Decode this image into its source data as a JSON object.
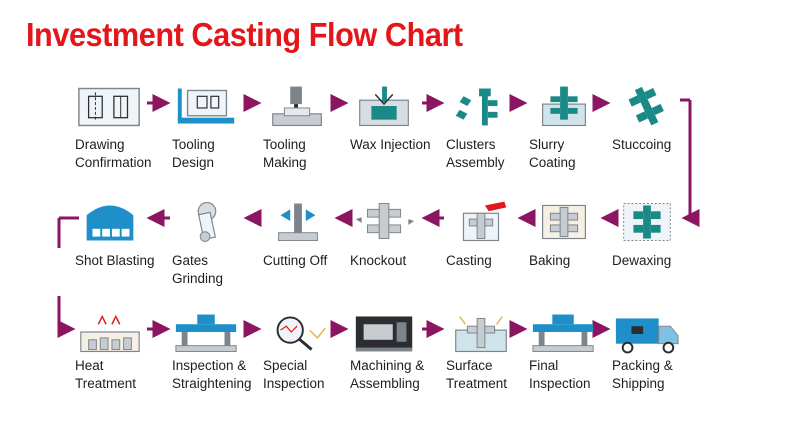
{
  "title": "Investment Casting Flow Chart",
  "colors": {
    "title": "#e3161b",
    "connector": "#8b1561",
    "icon_blue": "#1f8fc9",
    "icon_teal": "#1a8a86",
    "icon_gray": "#7d858c",
    "icon_dark": "#2b2d31"
  },
  "rows": [
    {
      "direction": "left-to-right",
      "steps": [
        {
          "icon": "drawing-icon",
          "label": [
            "Drawing",
            "Confirmation"
          ]
        },
        {
          "icon": "tooling-design-icon",
          "label": [
            "Tooling",
            "Design"
          ]
        },
        {
          "icon": "tooling-making-icon",
          "label": [
            "Tooling",
            "Making"
          ]
        },
        {
          "icon": "wax-injection-icon",
          "label": [
            "Wax Injection"
          ]
        },
        {
          "icon": "clusters-assembly-icon",
          "label": [
            "Clusters",
            "Assembly"
          ]
        },
        {
          "icon": "slurry-coating-icon",
          "label": [
            "Slurry",
            "Coating"
          ]
        },
        {
          "icon": "stuccoing-icon",
          "label": [
            "Stuccoing"
          ]
        }
      ]
    },
    {
      "direction": "right-to-left",
      "steps": [
        {
          "icon": "shot-blasting-icon",
          "label": [
            "Shot Blasting"
          ]
        },
        {
          "icon": "gates-grinding-icon",
          "label": [
            "Gates",
            "Grinding"
          ]
        },
        {
          "icon": "cutting-off-icon",
          "label": [
            "Cutting Off"
          ]
        },
        {
          "icon": "knockout-icon",
          "label": [
            "Knockout"
          ]
        },
        {
          "icon": "casting-icon",
          "label": [
            "Casting"
          ]
        },
        {
          "icon": "baking-icon",
          "label": [
            "Baking"
          ]
        },
        {
          "icon": "dewaxing-icon",
          "label": [
            "Dewaxing"
          ]
        }
      ]
    },
    {
      "direction": "left-to-right",
      "steps": [
        {
          "icon": "heat-treatment-icon",
          "label": [
            "Heat",
            "Treatment"
          ]
        },
        {
          "icon": "inspection-straightening-icon",
          "label": [
            "Inspection &",
            "Straightening"
          ]
        },
        {
          "icon": "special-inspection-icon",
          "label": [
            "Special",
            "Inspection"
          ]
        },
        {
          "icon": "machining-icon",
          "label": [
            "Machining &",
            "Assembling"
          ]
        },
        {
          "icon": "surface-treatment-icon",
          "label": [
            "Surface",
            "Treatment"
          ]
        },
        {
          "icon": "final-inspection-icon",
          "label": [
            "Final",
            "Inspection"
          ]
        },
        {
          "icon": "packing-shipping-icon",
          "label": [
            "Packing &",
            "Shipping"
          ]
        }
      ]
    }
  ]
}
